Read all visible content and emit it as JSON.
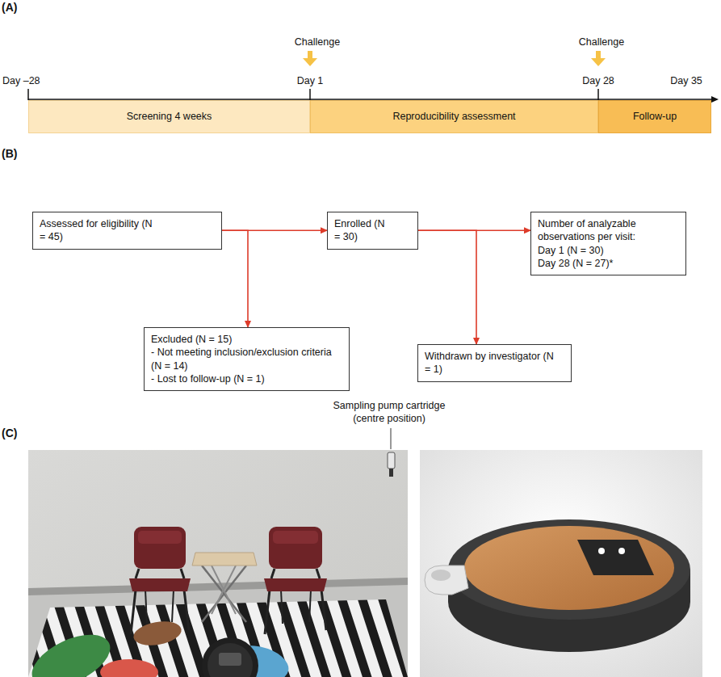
{
  "diagram": {
    "nodes": [
      {
        "text": [
          "Screening 4 weeks"
        ]
      },
      {
        "text": [
          "Reproducibility assessment"
        ]
      },
      {
        "text": [
          "Follow-up"
        ]
      },
      {
        "text": [
          "Assessed for eligibility (N = 45)"
        ]
      },
      {
        "text": [
          "Enrolled (N = 30)"
        ]
      },
      {
        "text": [
          "Number of analyzable observations per visit:",
          "Day 1 (N = 30)",
          "Day 28 (N = 27)*"
        ]
      },
      {
        "text": [
          "Excluded (N = 15)",
          "- Not meeting inclusion/exclusion criteria (N = 14)",
          "- Lost to follow-up (N = 1)"
        ]
      },
      {
        "text": [
          "Withdrawn by investigator (N = 1)"
        ]
      }
    ],
    "edges": [
      {
        "from": 3,
        "to": 4,
        "arrow": "to"
      },
      {
        "from": 3,
        "to": 6,
        "arrow": "to"
      },
      {
        "from": 4,
        "to": 5,
        "arrow": "to"
      },
      {
        "from": 4,
        "to": 7,
        "arrow": "to"
      }
    ],
    "labels": [
      "(A)",
      "Challenge",
      "Challenge",
      "Day –28",
      "Day 1",
      "Day 28",
      "Day 35",
      "(B)",
      "Sampling pump cartridge (centre position)",
      "(C)"
    ]
  }
}
